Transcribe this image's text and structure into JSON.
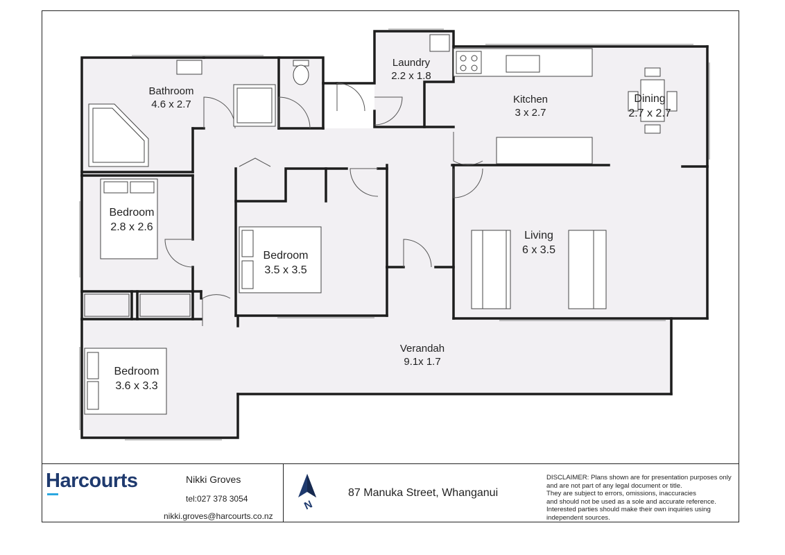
{
  "rooms": {
    "laundry": {
      "name": "Laundry",
      "size": "2.2 x 1.8"
    },
    "bathroom": {
      "name": "Bathroom",
      "size": "4.6 x 2.7"
    },
    "kitchen": {
      "name": "Kitchen",
      "size": "3 x 2.7"
    },
    "dining": {
      "name": "Dining",
      "size": "2.7 x 2.7"
    },
    "bedroom1": {
      "name": "Bedroom",
      "size": "2.8 x 2.6"
    },
    "bedroom2": {
      "name": "Bedroom",
      "size": "3.5 x 3.5"
    },
    "living": {
      "name": "Living",
      "size": "6 x 3.5"
    },
    "verandah": {
      "name": "Verandah",
      "size": "9.1x 1.7"
    },
    "bedroom3": {
      "name": "Bedroom",
      "size": "3.6 x 3.3"
    }
  },
  "footer": {
    "brand": "Harcourts",
    "agent_name": "Nikki Groves",
    "agent_phone": "tel:027 378 3054",
    "agent_email": "nikki.groves@harcourts.co.nz",
    "north_label": "N",
    "address": "87 Manuka Street, Whanganui",
    "disclaimer": [
      "DISCLAIMER:  Plans shown are for presentation purposes only",
      "and are not part of any legal document or title.",
      "They are subject to errors, omissions, inaccuracies",
      "and should not be used as a sole and accurate reference.",
      "Interested parties should make their own inquiries using",
      "independent sources."
    ]
  },
  "colors": {
    "floor": "#f2f0f3",
    "wall": "#1d1d1d",
    "brand": "#1f3a6e",
    "brand_accent": "#2aa7e0"
  }
}
